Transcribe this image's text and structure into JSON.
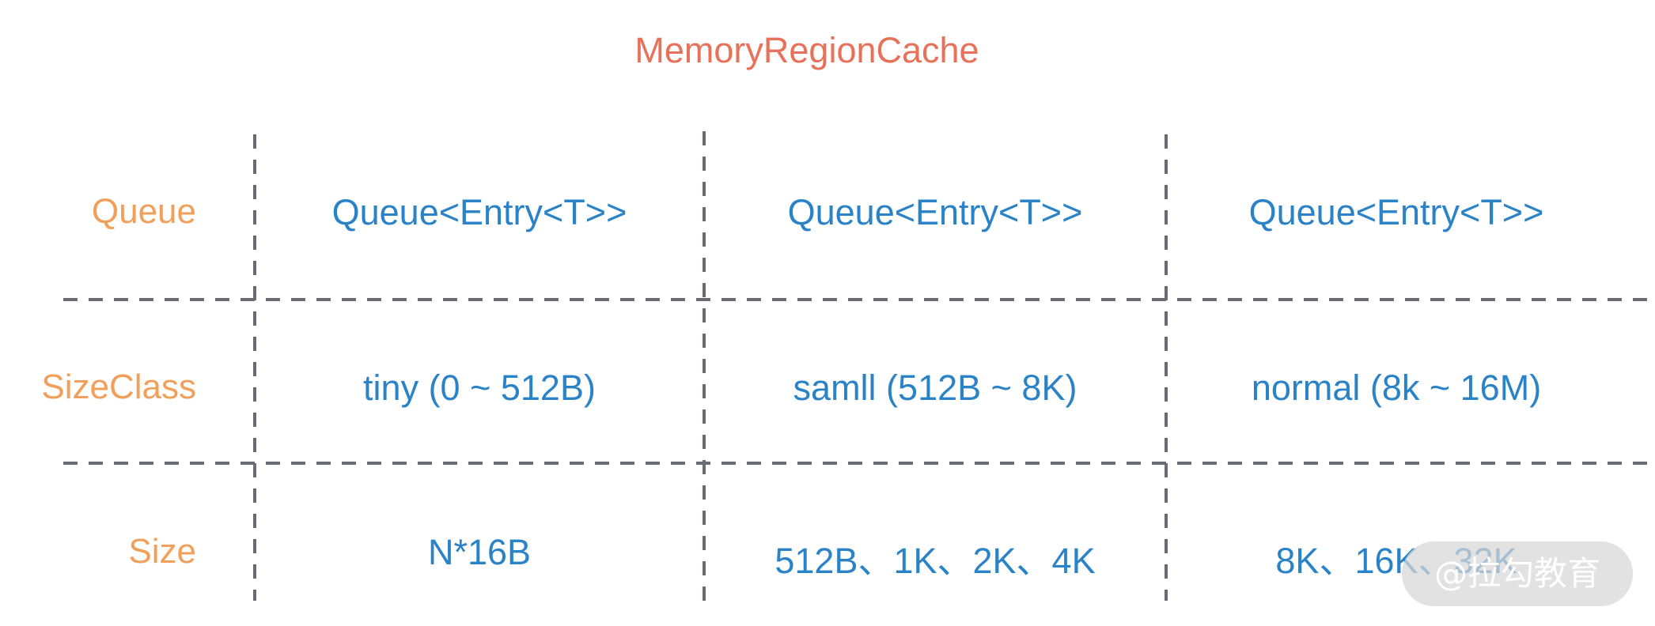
{
  "title": "MemoryRegionCache",
  "rows": [
    {
      "label": "Queue",
      "cells": [
        "Queue<Entry<T>>",
        "Queue<Entry<T>>",
        "Queue<Entry<T>>"
      ]
    },
    {
      "label": "SizeClass",
      "cells": [
        "tiny (0 ~ 512B)",
        "samll (512B ~ 8K)",
        "normal (8k ~ 16M)"
      ]
    },
    {
      "label": "Size",
      "cells": [
        "N*16B",
        "512B、1K、2K、4K",
        "8K、16K、32K"
      ]
    }
  ],
  "watermark": "@拉勾教育",
  "colors": {
    "title": "#e8715a",
    "row_label": "#f0a05b",
    "cell_text": "#2a82c7",
    "divider": "#6b6b72"
  }
}
